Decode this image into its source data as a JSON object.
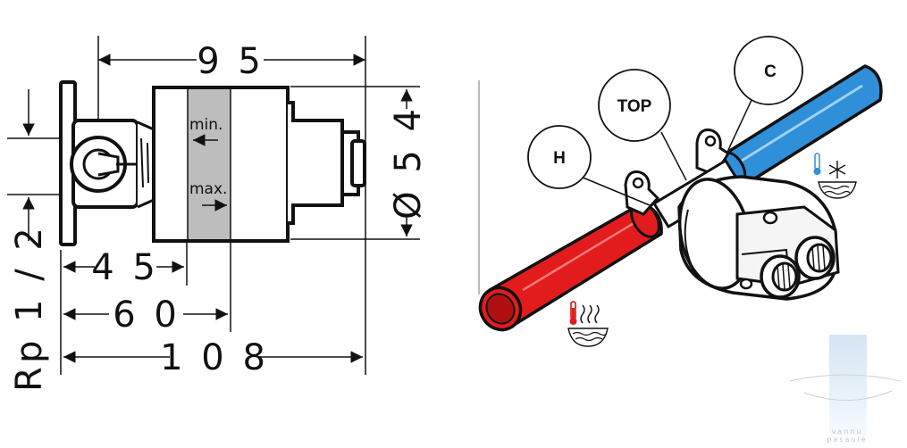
{
  "technical_drawing": {
    "dimensions": {
      "width_95": "9 5",
      "diameter_54": "Ø 5 4",
      "width_45": "4 5",
      "width_60": "6 0",
      "width_108": "1 0 8",
      "thread": "Rp 1 / 2"
    },
    "markers": {
      "min": "min.",
      "max": "max."
    }
  },
  "illustration": {
    "callouts": {
      "hot": "H",
      "top": "TOP",
      "cold": "C"
    },
    "pipe_colors": {
      "hot": "#e21c1c",
      "cold": "#2f8fd8"
    },
    "icons": [
      "hot-water-icon",
      "cold-water-icon"
    ]
  },
  "watermark": {
    "line1": "vannu",
    "line2": "pasaule"
  }
}
